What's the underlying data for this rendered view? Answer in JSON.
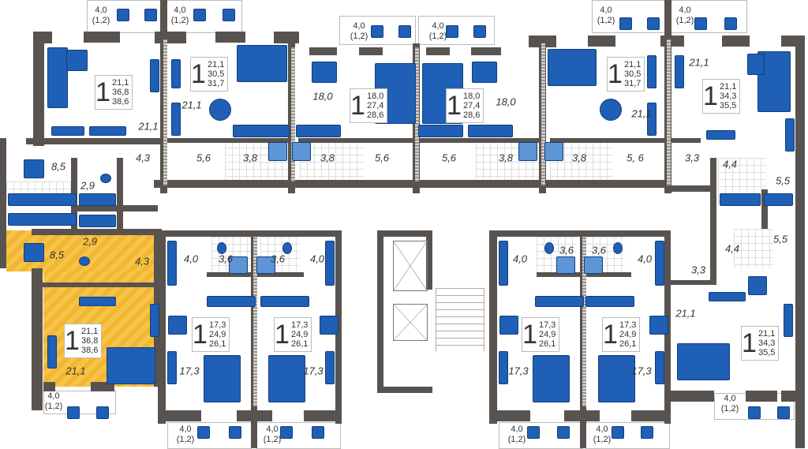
{
  "plan": {
    "highlight_color": "#f4bd3a",
    "furniture_color": "#1f5fb5",
    "wall_color": "#58534f",
    "balcony": {
      "area": "4,0",
      "reduced": "(1,2)"
    },
    "apartments": [
      {
        "rooms": "1",
        "living": "21,1",
        "total": "36,8",
        "total_with_balcony": "38,6"
      },
      {
        "rooms": "1",
        "living": "21,1",
        "total": "30,5",
        "total_with_balcony": "31,7"
      },
      {
        "rooms": "1",
        "living": "18,0",
        "total": "27,4",
        "total_with_balcony": "28,6"
      },
      {
        "rooms": "1",
        "living": "18,0",
        "total": "27,4",
        "total_with_balcony": "28,6"
      },
      {
        "rooms": "1",
        "living": "21,1",
        "total": "30,5",
        "total_with_balcony": "31,7"
      },
      {
        "rooms": "1",
        "living": "21,1",
        "total": "34,3",
        "total_with_balcony": "35,5"
      },
      {
        "rooms": "1",
        "living": "21,1",
        "total": "36,8",
        "total_with_balcony": "38,6",
        "highlighted": true
      },
      {
        "rooms": "1",
        "living": "17,3",
        "total": "24,9",
        "total_with_balcony": "26,1"
      },
      {
        "rooms": "1",
        "living": "17,3",
        "total": "24,9",
        "total_with_balcony": "26,1"
      },
      {
        "rooms": "1",
        "living": "17,3",
        "total": "24,9",
        "total_with_balcony": "26,1"
      },
      {
        "rooms": "1",
        "living": "17,3",
        "total": "24,9",
        "total_with_balcony": "26,1"
      },
      {
        "rooms": "1",
        "living": "21,1",
        "total": "34,3",
        "total_with_balcony": "35,5"
      }
    ],
    "room_areas": [
      "21,1",
      "8,5",
      "4,3",
      "2,9",
      "21,1",
      "5,6",
      "3,8",
      "3,8",
      "18,0",
      "5,6",
      "18,0",
      "5,6",
      "3,8",
      "3,8",
      "5, 6",
      "21,1",
      "21,1",
      "3,3",
      "4,4",
      "5,5",
      "2,9",
      "8,5",
      "4,3",
      "21,1",
      "4,0",
      "3,6",
      "3,6",
      "4,0",
      "17,3",
      "17,3",
      "4,0",
      "3,6",
      "3,6",
      "4,0",
      "17,3",
      "17,3",
      "3,3",
      "5,5",
      "4,4",
      "21,1"
    ]
  }
}
